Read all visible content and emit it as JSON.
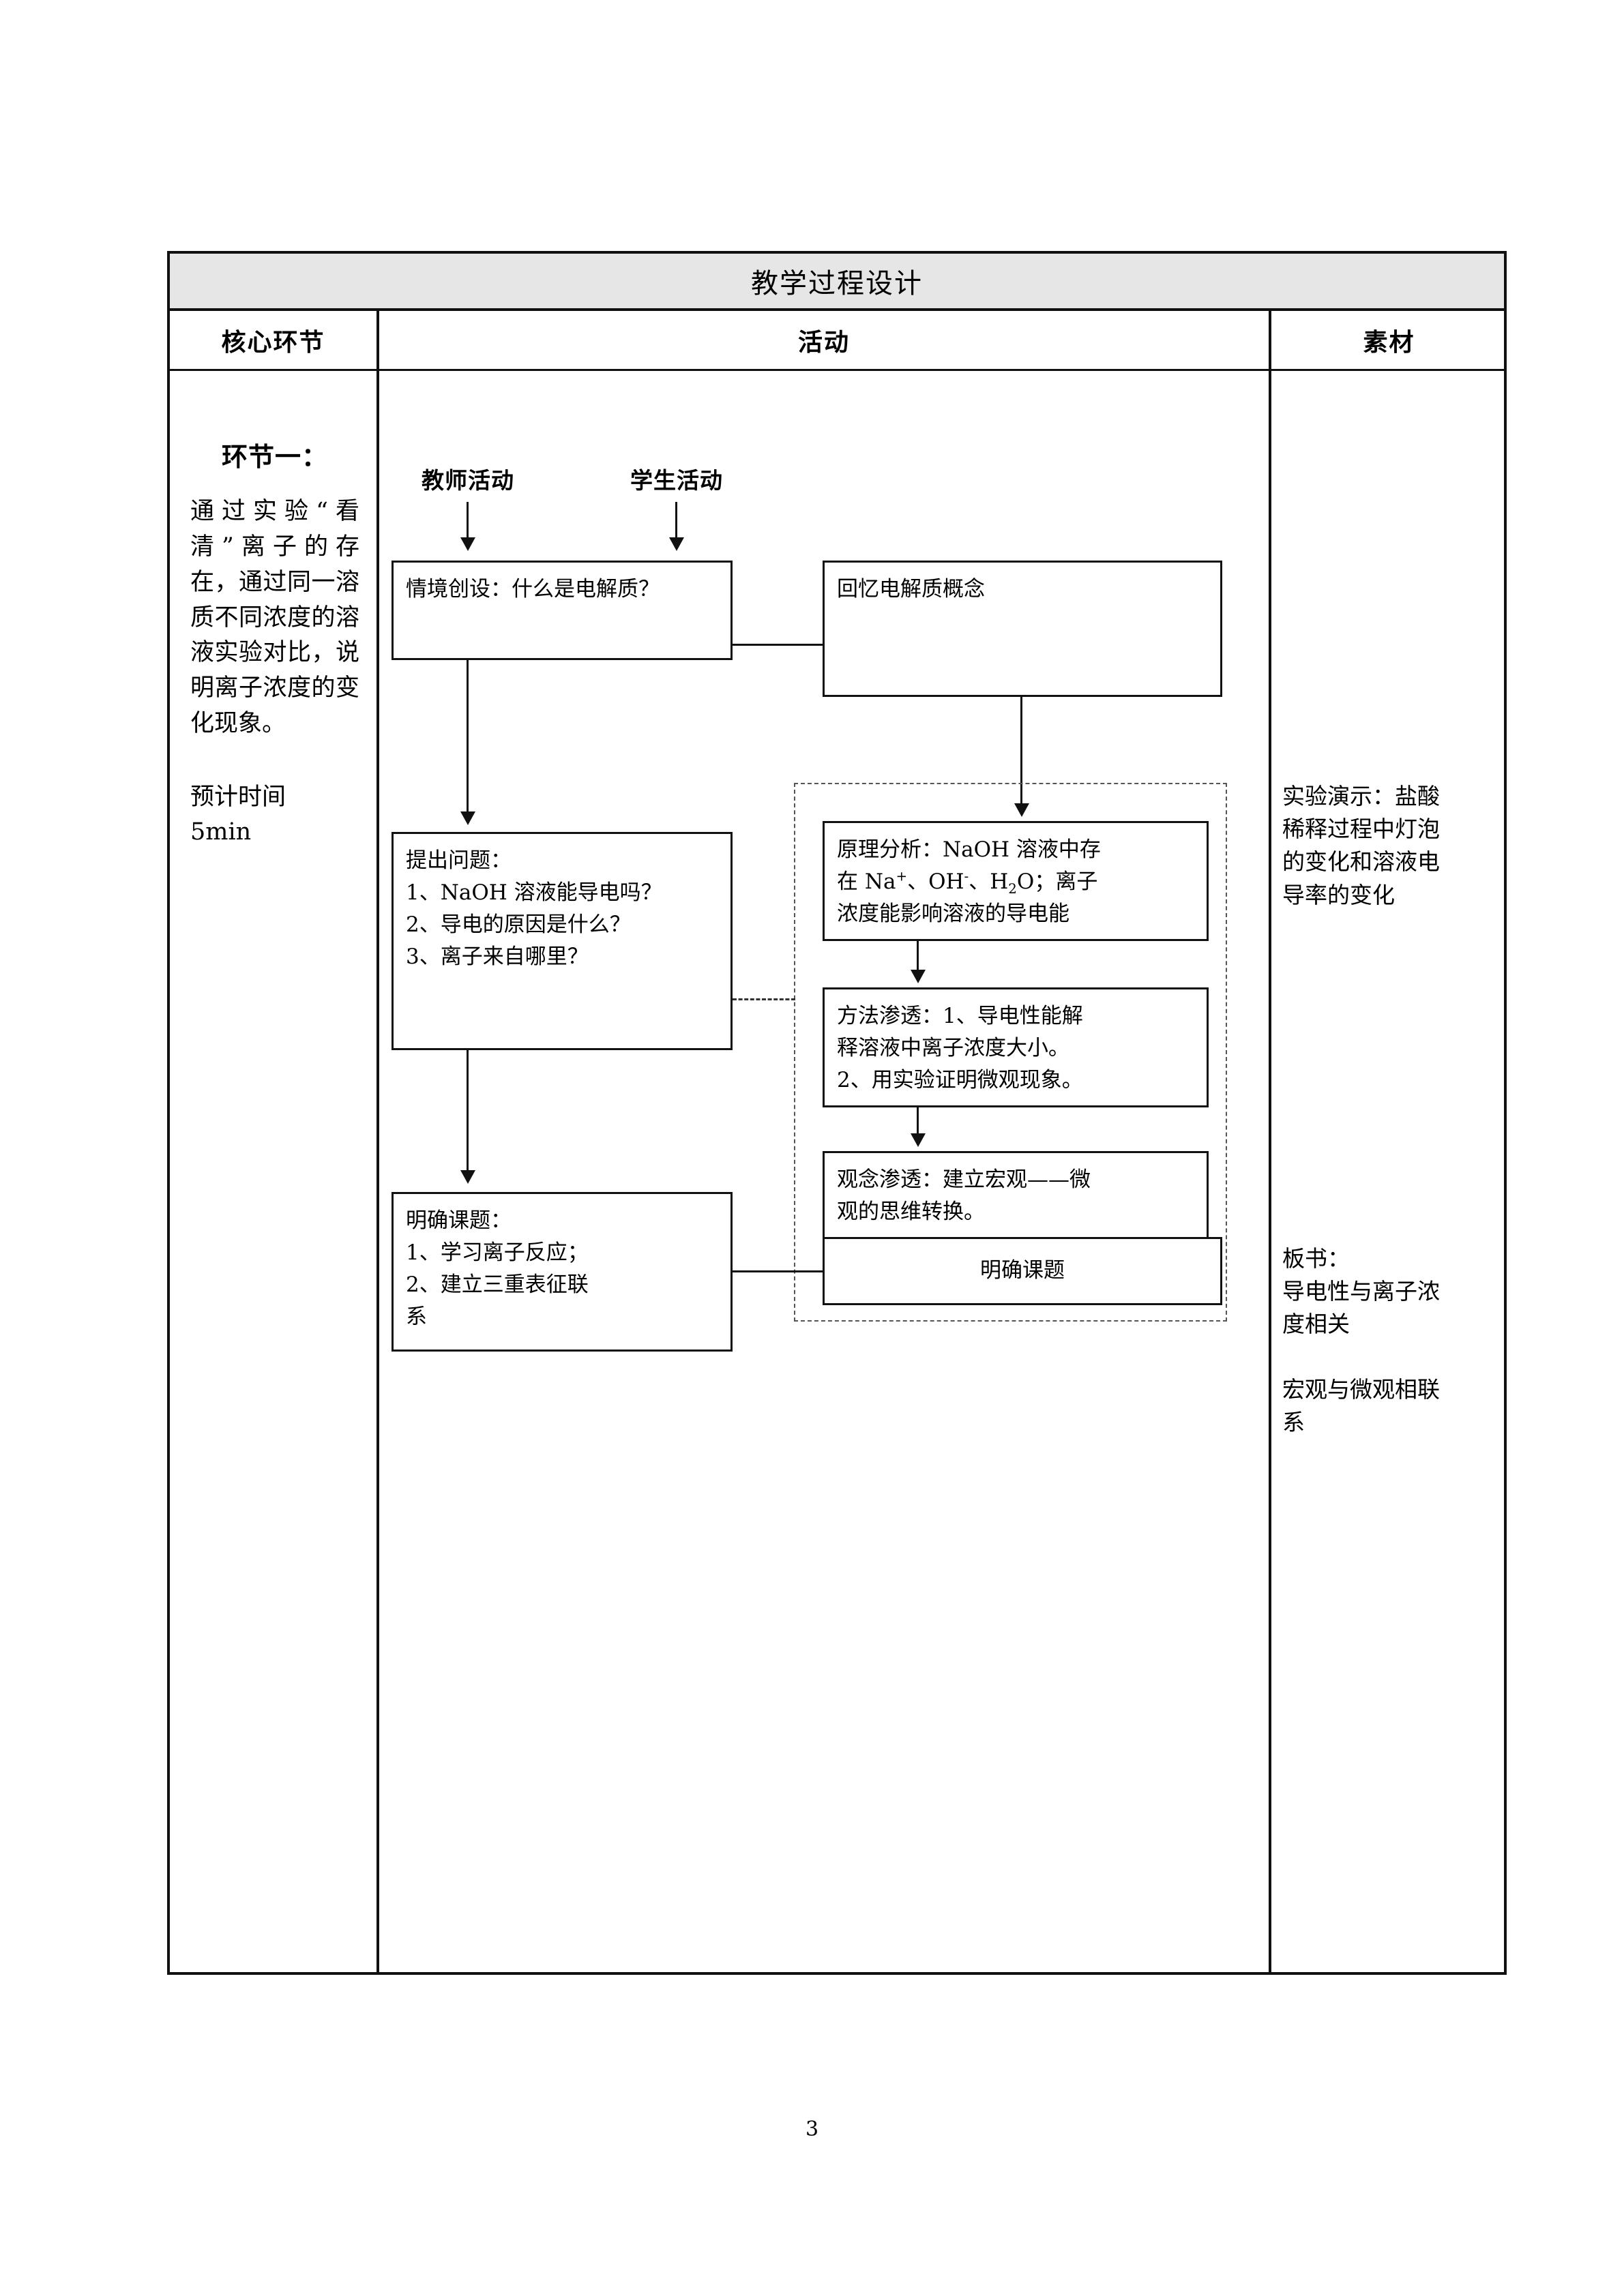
{
  "document": {
    "page_number": "3"
  },
  "table": {
    "banner_title": "教学过程设计",
    "column_headers": {
      "core_stage": "核心环节",
      "activity": "活动",
      "materials": "素材"
    }
  },
  "core_stage": {
    "title": "环节一：",
    "description": "通过实验“看清”离子的存在，通过同一溶质不同浓度的溶液实验对比，说明离子浓度的变化现象。",
    "time_label": "预计时间",
    "time_value": "5min"
  },
  "flowchart": {
    "labels": {
      "teacher": "教师活动",
      "student": "学生活动"
    },
    "nodes": {
      "situation": "情境创设：什么是电解质？",
      "recall": "回忆电解质概念",
      "questions": {
        "heading": "提出问题：",
        "item1_pre": "1、",
        "item1_formula": "NaOH",
        "item1_post": "溶液能导电吗？",
        "item2": "2、导电的原因是什么？",
        "item3": "3、离子来自哪里？"
      },
      "principle": {
        "line1_pre": "原理分析：",
        "line1_formula": "NaOH",
        "line1_post": "溶液中存",
        "line2_pre": "在 ",
        "ion_na": "Na",
        "ion_na_charge": "+",
        "sep1": "、",
        "ion_oh": "OH",
        "ion_oh_charge": "-",
        "sep2": "、",
        "water_h": "H",
        "water_2": "2",
        "water_o": "O",
        "line2_post": "；离子",
        "line3": "浓度能影响溶液的导电能"
      },
      "method": {
        "line1": "方法渗透：1、导电性能解",
        "line2": "释溶液中离子浓度大小。",
        "line3": "2、用实验证明微观现象。"
      },
      "concept": {
        "line1": "观念渗透：建立宏观——微",
        "line2": "观的思维转换。"
      },
      "topic_teacher": {
        "heading": "明确课题：",
        "item1": "1、学习离子反应；",
        "item2": "2、建立三重表征联",
        "item3": "系"
      },
      "topic_student": "明确课题"
    }
  },
  "materials": {
    "demo": {
      "line1": "实验演示：盐酸",
      "line2": "稀释过程中灯泡",
      "line3": "的变化和溶液电",
      "line4": "导率的变化"
    },
    "board": {
      "line1": "板书：",
      "line2": "导电性与离子浓",
      "line3": "度相关"
    },
    "link": {
      "line1": "宏观与微观相联",
      "line2": "系"
    }
  }
}
